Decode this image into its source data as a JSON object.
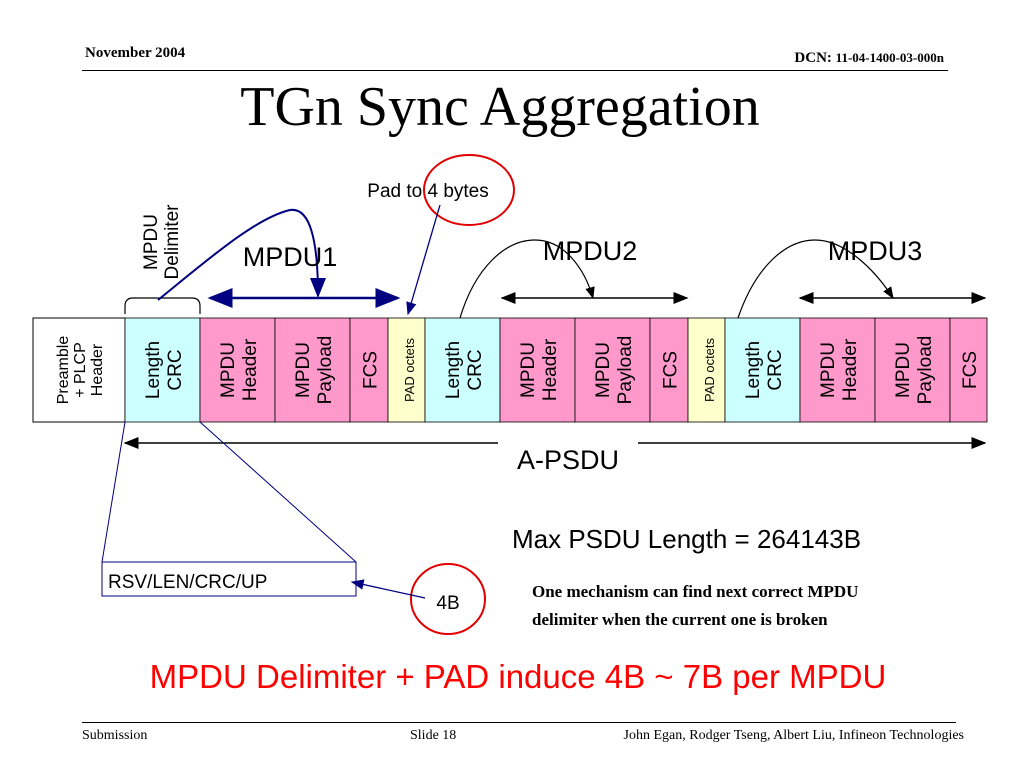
{
  "header": {
    "date": "November 2004",
    "dcn_prefix": "DCN:",
    "dcn_number": "11-04-1400-03-000n"
  },
  "title": "TGn Sync Aggregation",
  "labels": {
    "pad_to": "Pad to 4 bytes",
    "delimiter_l1": "MPDU",
    "delimiter_l2": "Delimiter",
    "mpdu1": "MPDU1",
    "mpdu2": "MPDU2",
    "mpdu3": "MPDU3",
    "apsdu": "A-PSDU",
    "max_len": "Max PSDU Length = 264143B",
    "rsv": "RSV/LEN/CRC/UP",
    "four_b": "4B",
    "mechanism_l1": "One mechanism can find next correct MPDU",
    "mechanism_l2": "delimiter when the current one is broken",
    "bottom": "MPDU Delimiter + PAD induce 4B ~ 7B per MPDU"
  },
  "preamble": [
    "Preamble",
    "+ PLCP",
    "Header"
  ],
  "fields": [
    {
      "type": "delim",
      "lines": [
        "Length",
        "CRC"
      ]
    },
    {
      "type": "mpdu",
      "lines": [
        "MPDU",
        "Header"
      ]
    },
    {
      "type": "mpdu",
      "lines": [
        "MPDU",
        "Payload"
      ]
    },
    {
      "type": "mpdu",
      "lines": [
        "FCS"
      ]
    },
    {
      "type": "pad",
      "lines": [
        "PAD octets"
      ]
    },
    {
      "type": "delim",
      "lines": [
        "Length",
        "CRC"
      ]
    },
    {
      "type": "mpdu",
      "lines": [
        "MPDU",
        "Header"
      ]
    },
    {
      "type": "mpdu",
      "lines": [
        "MPDU",
        "Payload"
      ]
    },
    {
      "type": "mpdu",
      "lines": [
        "FCS"
      ]
    },
    {
      "type": "pad",
      "lines": [
        "PAD octets"
      ]
    },
    {
      "type": "delim",
      "lines": [
        "Length",
        "CRC"
      ]
    },
    {
      "type": "mpdu",
      "lines": [
        "MPDU",
        "Header"
      ]
    },
    {
      "type": "mpdu",
      "lines": [
        "MPDU",
        "Payload"
      ]
    },
    {
      "type": "mpdu",
      "lines": [
        "FCS"
      ]
    }
  ],
  "colors": {
    "delim": "#ccffff",
    "mpdu": "#ff99cc",
    "pad": "#ffffcc",
    "arrow_blue": "#000080",
    "circle_red": "#e00000",
    "bottom_text": "#ff0000"
  },
  "footer": {
    "left": "Submission",
    "slide": "Slide 18",
    "right": "John Egan, Rodger Tseng, Albert Liu, Infineon Technologies"
  }
}
